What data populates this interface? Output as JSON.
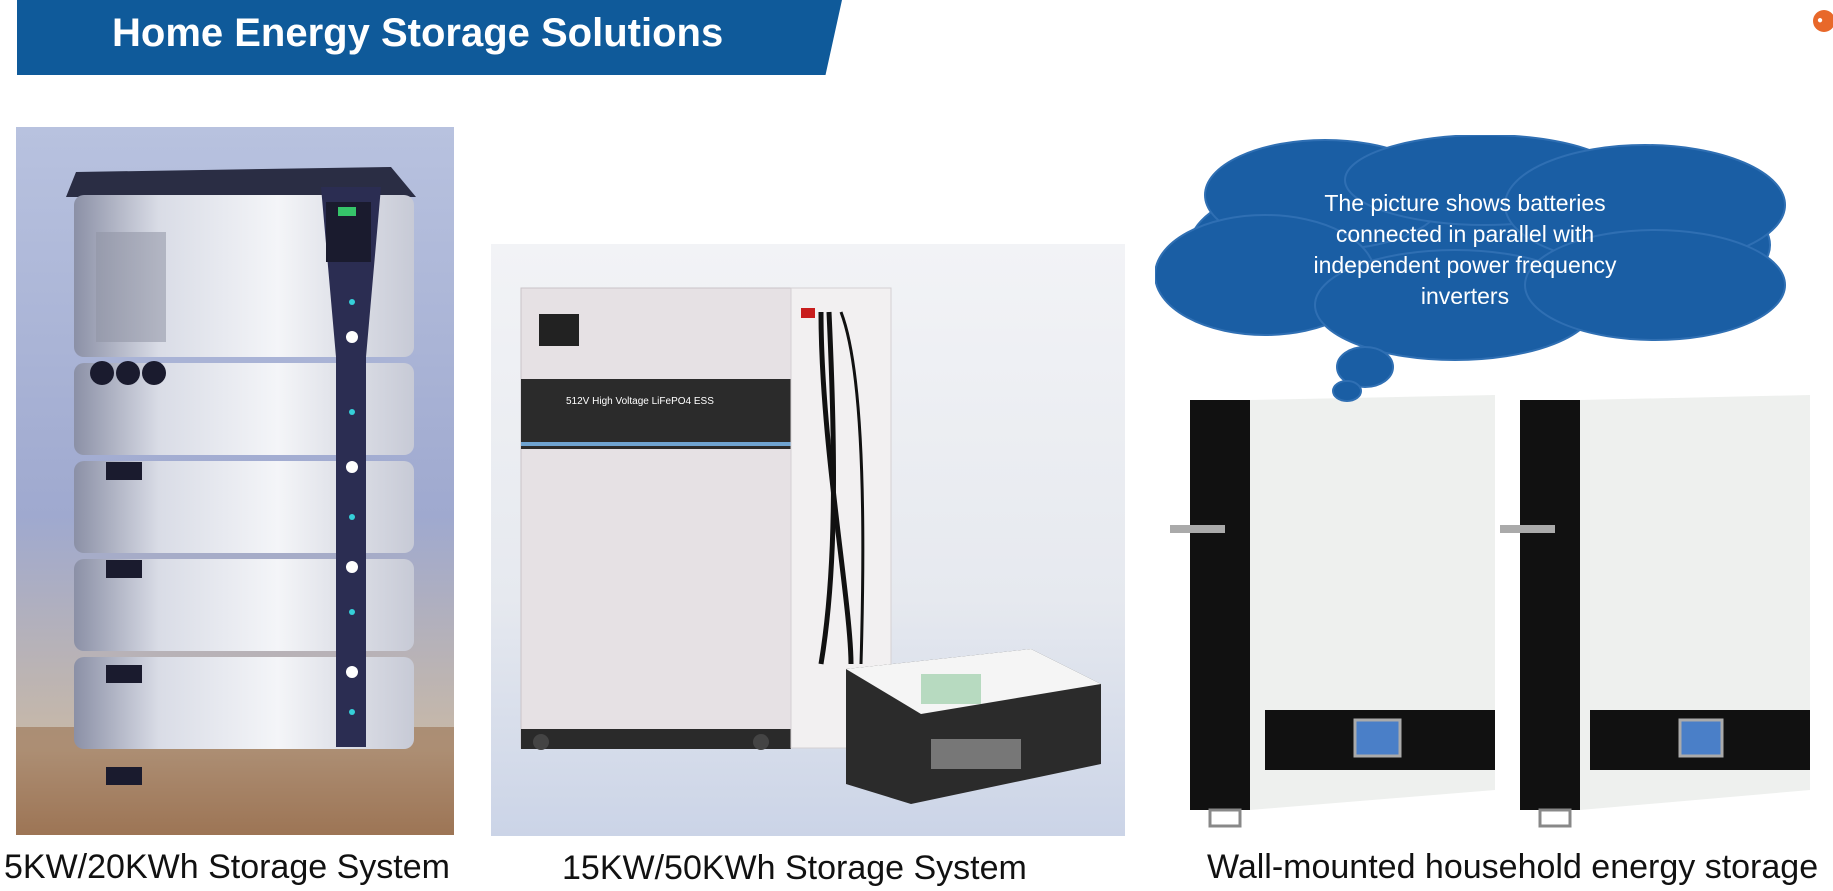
{
  "slide": {
    "title": "Home Energy Storage Solutions",
    "accent_color": "#0f5a9a",
    "logo_icon": "brand-logo-icon"
  },
  "products": [
    {
      "caption": "5KW/20KWh Storage System",
      "image": "stacked-battery-tower-photo"
    },
    {
      "caption": "15KW/50KWh Storage System",
      "image": "cabinet-battery-with-inverter-photo"
    },
    {
      "caption": "Wall-mounted household energy storage",
      "image": "wall-mounted-batteries-photo"
    }
  ],
  "callout": {
    "text": "The picture shows batteries connected in parallel with independent power frequency inverters",
    "color": "#1a5ea4"
  },
  "cabinet_label": "512V High Voltage LiFePO4 ESS"
}
